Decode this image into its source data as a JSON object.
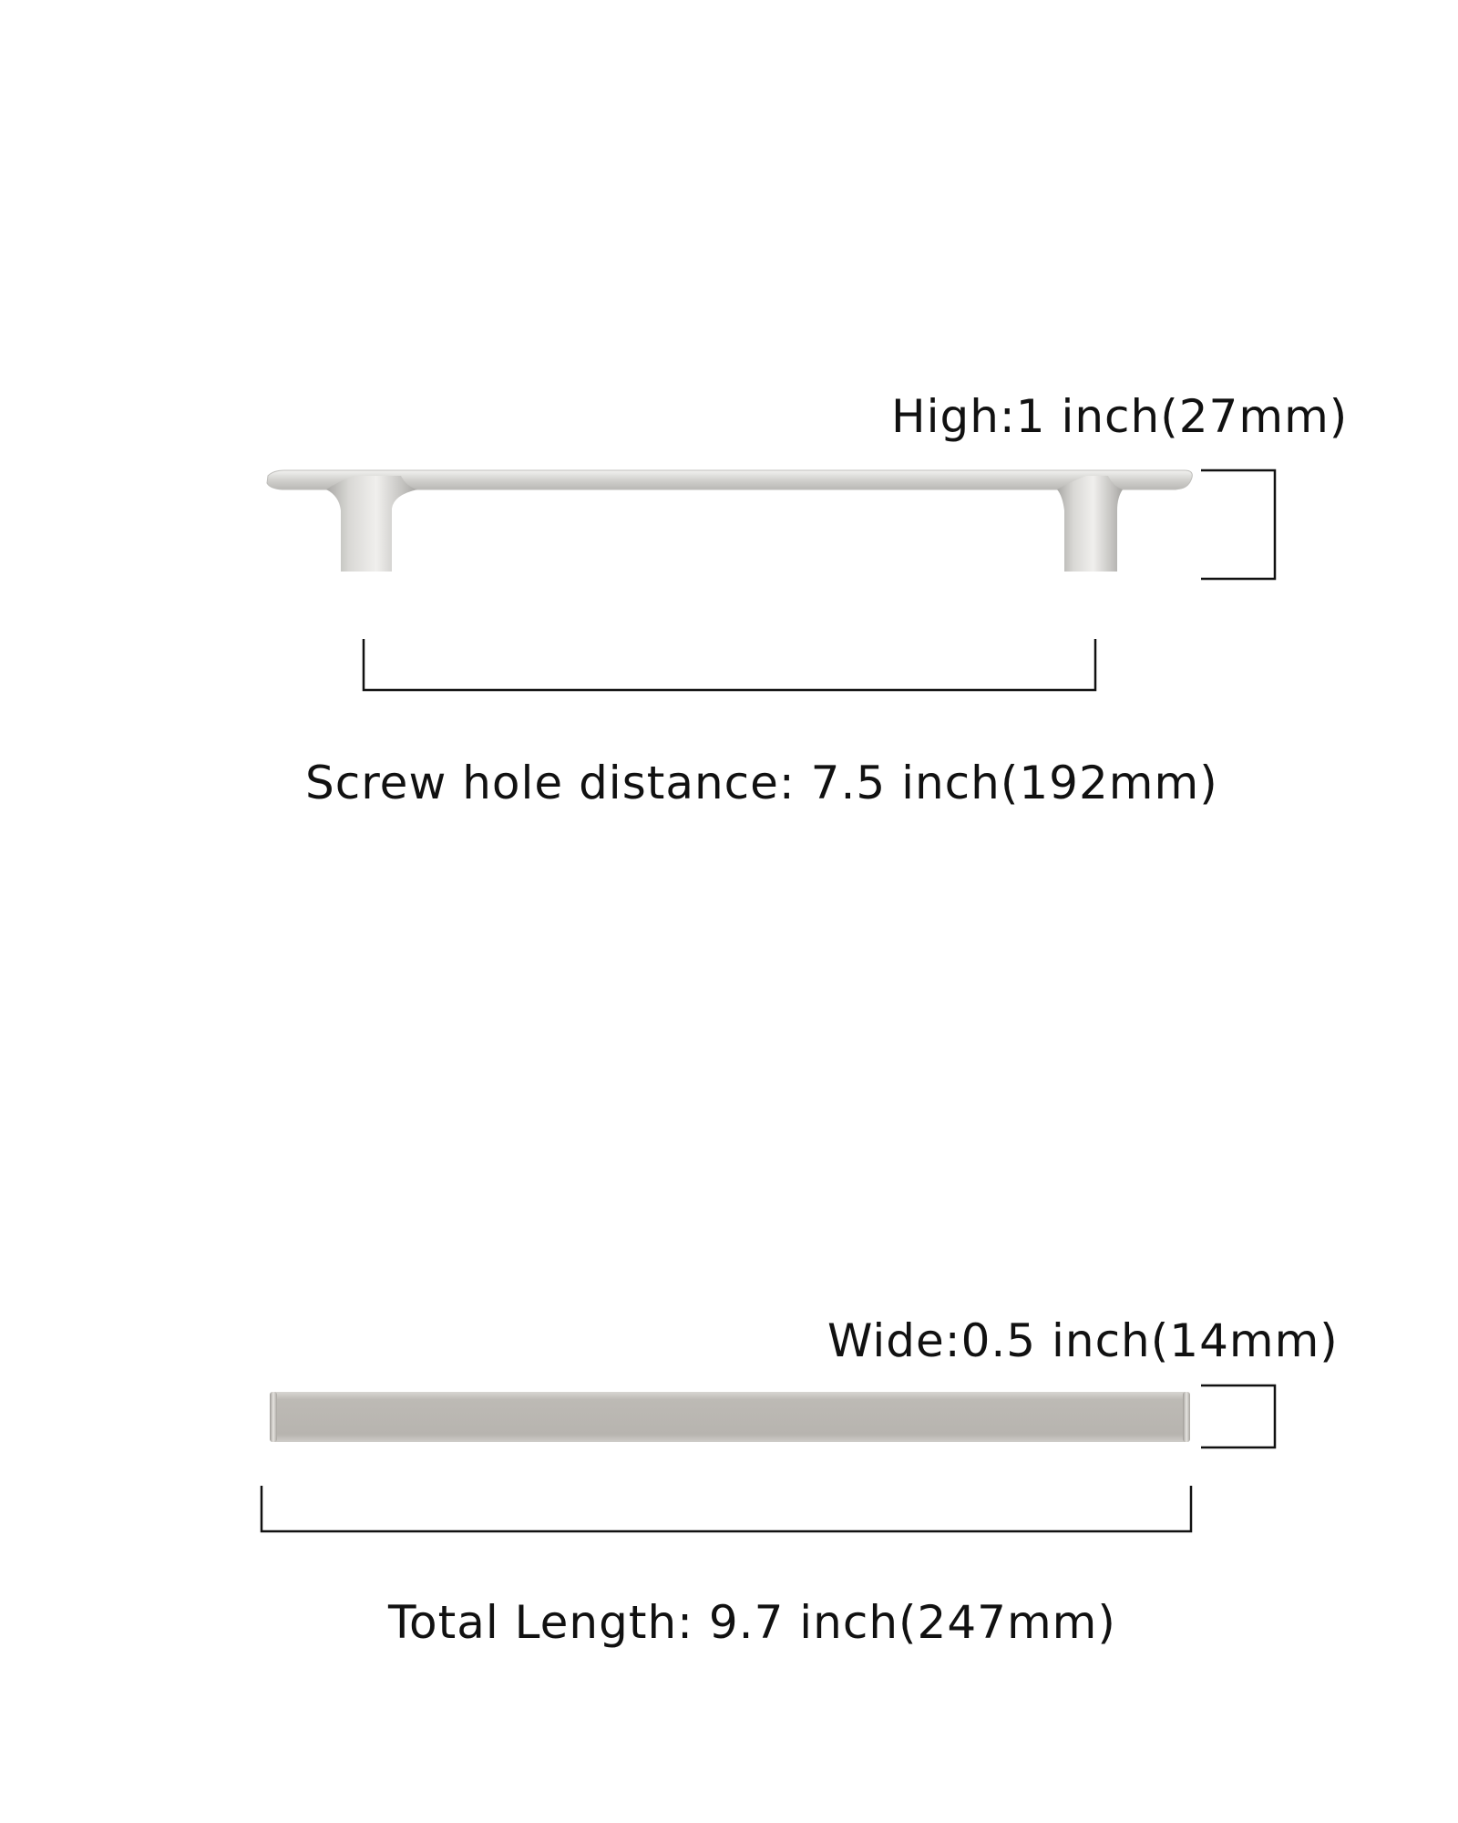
{
  "dimensions": {
    "height": {
      "label": "High:1 inch(27mm)"
    },
    "screw_hole_distance": {
      "label": "Screw hole distance: 7.5 inch(192mm)"
    },
    "width": {
      "label": "Wide:0.5 inch(14mm)"
    },
    "total_length": {
      "label": "Total Length: 9.7 inch(247mm)"
    }
  },
  "colors": {
    "metal_light": "#e4e4e2",
    "metal_mid": "#c9c8c5",
    "metal_dark": "#b4b3b0",
    "bar_top": "#bdbab5",
    "line": "#111111"
  }
}
